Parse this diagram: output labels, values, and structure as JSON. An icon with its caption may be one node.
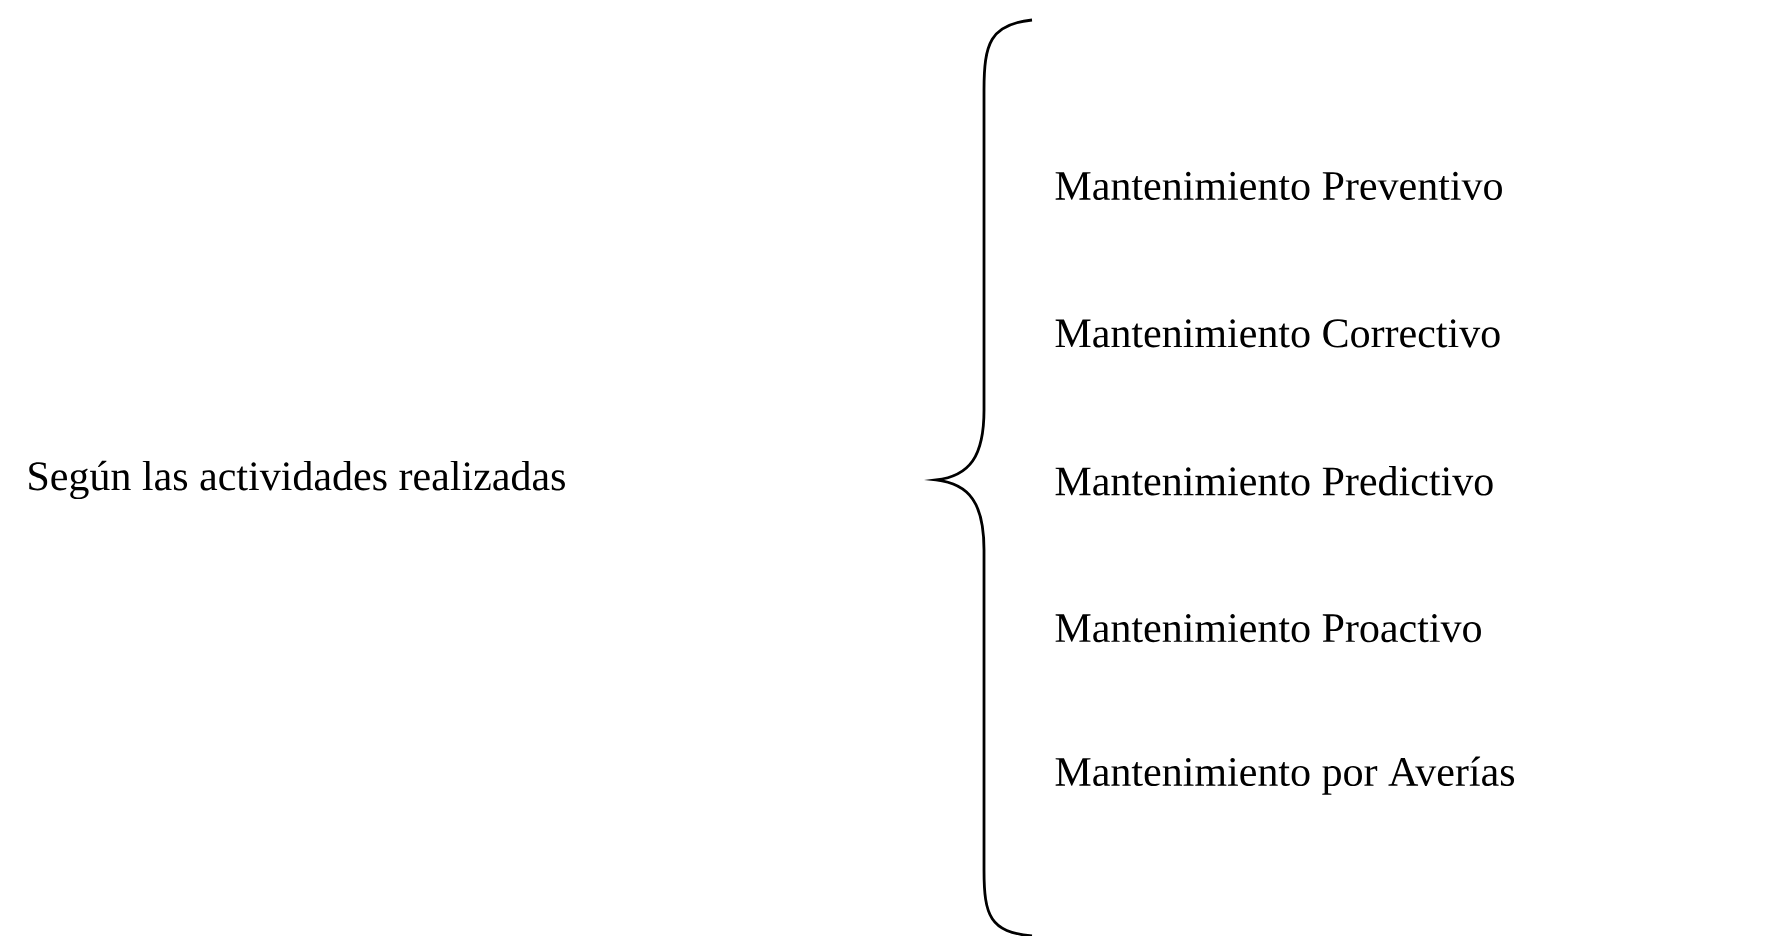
{
  "diagram": {
    "labels": [
      "Según las actividades realizadas",
      "Mantenimiento Preventivo",
      "Mantenimiento Correctivo",
      "Mantenimiento Predictivo",
      "Mantenimiento Proactivo",
      "Mantenimiento por Averías"
    ]
  }
}
